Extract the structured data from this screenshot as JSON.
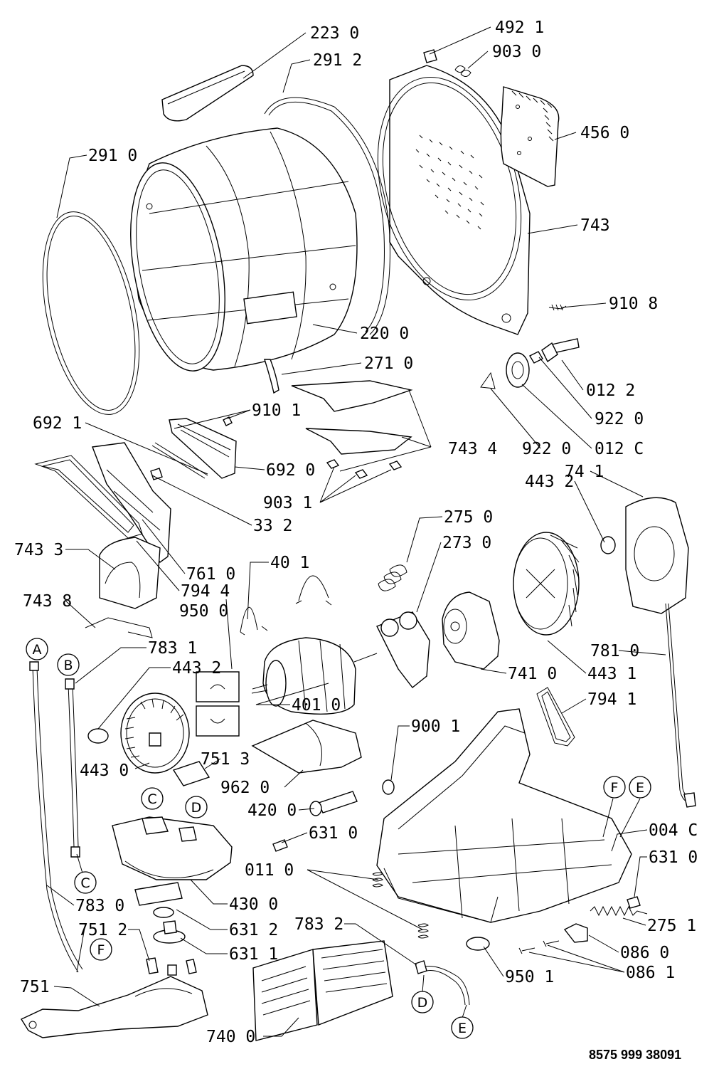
{
  "labels": {
    "223_0": "223 0",
    "291_2": "291 2",
    "492_1": "492 1",
    "903_0": "903 0",
    "456_0": "456 0",
    "291_0": "291 0",
    "743": "743",
    "910_8": "910 8",
    "220_0": "220 0",
    "271_0": "271 0",
    "012_2": "012 2",
    "922_0a": "922 0",
    "922_0b": "922 0",
    "012_C": "012 C",
    "692_1": "692 1",
    "910_1": "910 1",
    "692_0": "692 0",
    "743_4": "743 4",
    "74_1": "74 1",
    "903_1": "903 1",
    "443_2a": "443 2",
    "33_2": "33 2",
    "275_0": "275 0",
    "273_0": "273 0",
    "743_3": "743 3",
    "761_0": "761 0",
    "794_4": "794 4",
    "40_1": "40 1",
    "950_0": "950 0",
    "743_8": "743 8",
    "783_1": "783 1",
    "443_2b": "443 2",
    "741_0": "741 0",
    "443_1": "443 1",
    "781_0": "781 0",
    "401_0": "401 0",
    "794_1": "794 1",
    "900_1": "900 1",
    "443_0": "443 0",
    "751_3": "751 3",
    "962_0": "962 0",
    "420_0": "420 0",
    "631_0a": "631 0",
    "004_C": "004 C",
    "631_0b": "631 0",
    "011_0": "011 0",
    "783_0": "783 0",
    "430_0": "430 0",
    "631_2": "631 2",
    "275_1": "275 1",
    "751_2": "751 2",
    "631_1": "631 1",
    "783_2": "783 2",
    "086_0": "086 0",
    "086_1": "086 1",
    "950_1": "950 1",
    "751": "751",
    "740_0": "740 0"
  },
  "markers": {
    "A": "A",
    "B": "B",
    "C1": "C",
    "D1": "D",
    "C2": "C",
    "F1": "F",
    "E1": "E",
    "F2": "F",
    "D2": "D",
    "E2": "E"
  },
  "footer": {
    "code": "8575 999 38091"
  }
}
